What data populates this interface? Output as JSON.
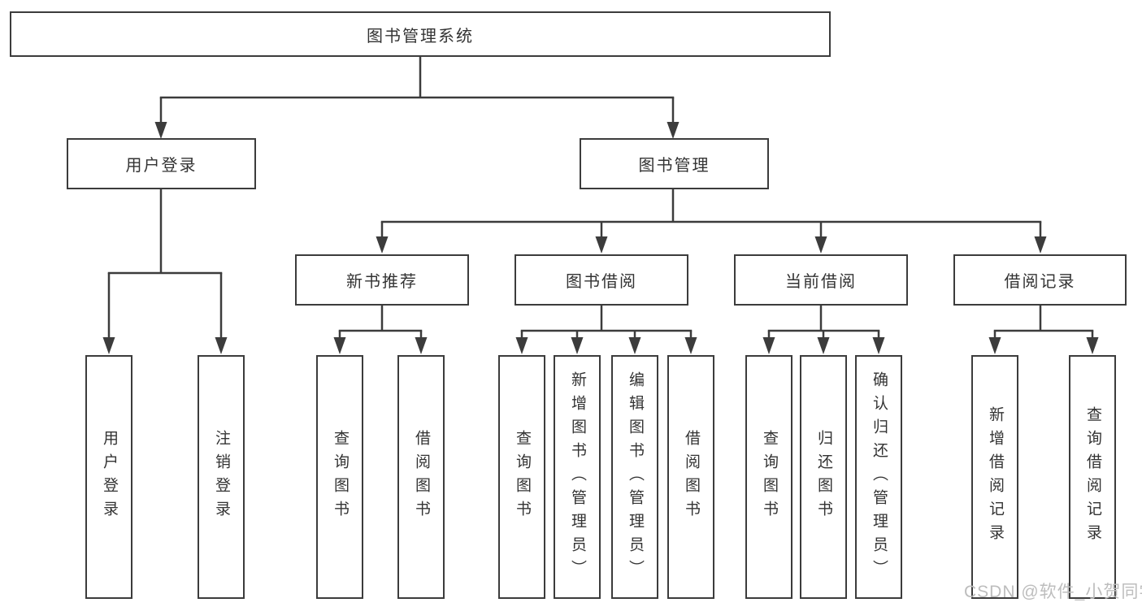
{
  "colors": {
    "background": "#ffffff",
    "line": "#3c3c3c",
    "text": "#333333",
    "watermark": "#bdbdbd"
  },
  "watermark": "CSDN @软件_小贺同学",
  "tree": {
    "label": "图书管理系统",
    "children": [
      {
        "label": "用户登录",
        "children": [
          {
            "label": "用户登录"
          },
          {
            "label": "注销登录"
          }
        ]
      },
      {
        "label": "图书管理",
        "children": [
          {
            "label": "新书推荐",
            "children": [
              {
                "label": "查询图书"
              },
              {
                "label": "借阅图书"
              }
            ]
          },
          {
            "label": "图书借阅",
            "children": [
              {
                "label": "查询图书"
              },
              {
                "label": "新增图书（管理员）"
              },
              {
                "label": "编辑图书（管理员）"
              },
              {
                "label": "借阅图书"
              }
            ]
          },
          {
            "label": "当前借阅",
            "children": [
              {
                "label": "查询图书"
              },
              {
                "label": "归还图书"
              },
              {
                "label": "确认归还（管理员）"
              }
            ]
          },
          {
            "label": "借阅记录",
            "children": [
              {
                "label": "新增借阅记录"
              },
              {
                "label": "查询借阅记录"
              }
            ]
          }
        ]
      }
    ]
  }
}
